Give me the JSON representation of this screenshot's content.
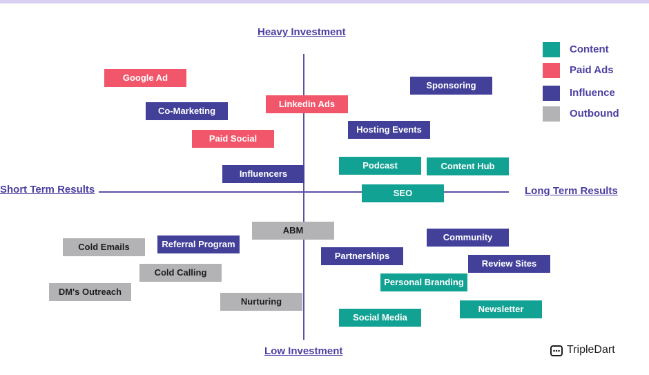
{
  "axes": {
    "top": "Heavy Investment",
    "bottom": "Low Investment",
    "left": "Short Term Results",
    "right": "Long Term Results"
  },
  "legend": {
    "content": "Content",
    "paid_ads": "Paid Ads",
    "influence": "Influence",
    "outbound": "Outbound"
  },
  "colors": {
    "content": "#12a293",
    "paid_ads": "#f2566a",
    "influence": "#43409a",
    "outbound": "#b3b3b6",
    "axis": "#5a4fa6"
  },
  "items": {
    "google_ad": "Google Ad",
    "co_marketing": "Co-Marketing",
    "paid_social": "Paid Social",
    "linkedin_ads": "Linkedin Ads",
    "sponsoring": "Sponsoring",
    "hosting_events": "Hosting Events",
    "influencers": "Influencers",
    "podcast": "Podcast",
    "content_hub": "Content Hub",
    "seo": "SEO",
    "abm": "ABM",
    "community": "Community",
    "cold_emails": "Cold Emails",
    "referral_program": "Referral Program",
    "partnerships": "Partnerships",
    "review_sites": "Review Sites",
    "cold_calling": "Cold Calling",
    "personal_branding": "Personal Branding",
    "dms_outreach": "DM's Outreach",
    "nurturing": "Nurturing",
    "newsletter": "Newsletter",
    "social_media": "Social Media"
  },
  "brand": {
    "name": "TripleDart",
    "icon": "tripledart-logo-icon"
  }
}
